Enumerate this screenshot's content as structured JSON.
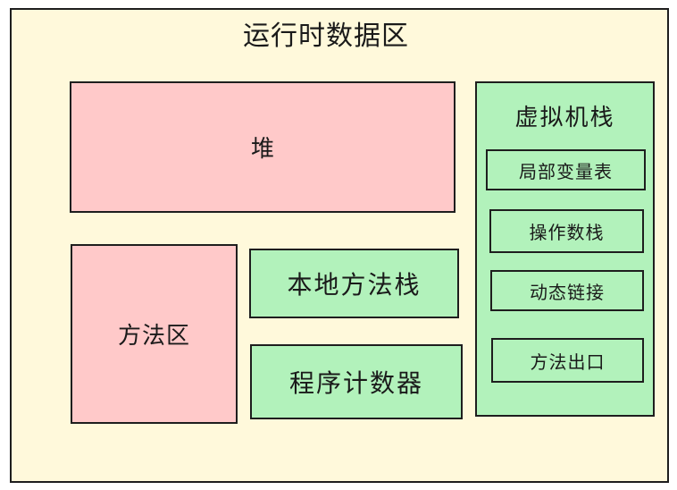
{
  "diagram": {
    "title": "运行时数据区",
    "heap": "堆",
    "method_area": "方法区",
    "native_method_stack": "本地方法栈",
    "program_counter": "程序计数器",
    "vm_stack": {
      "title": "虚拟机栈",
      "frames": [
        "局部变量表",
        "操作数栈",
        "动态链接",
        "方法出口"
      ]
    }
  },
  "colors": {
    "outer_fill": "#fff9db",
    "heap_fill": "#ffc9c9",
    "green_fill": "#b2f2bb",
    "stroke": "#1e1e1e"
  }
}
